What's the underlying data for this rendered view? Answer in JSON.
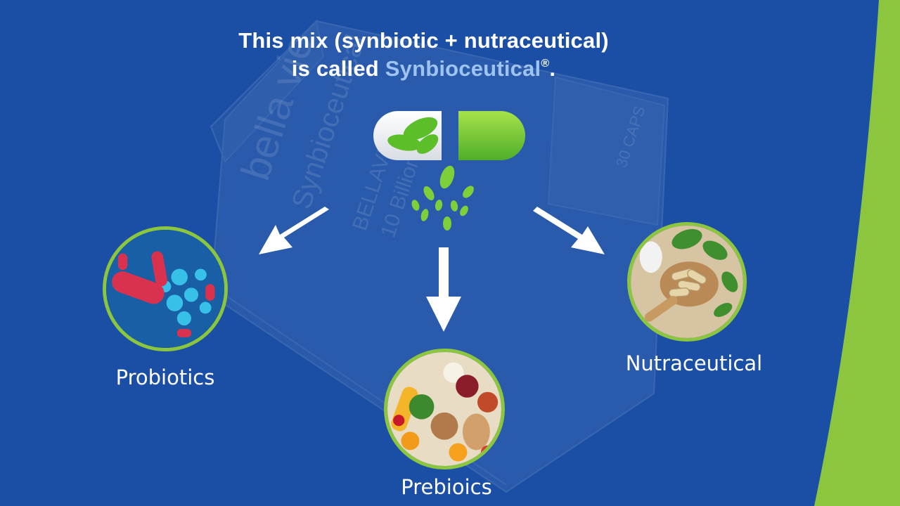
{
  "title": {
    "line1": "This mix (synbiotic + nutraceutical)",
    "line2_prefix": "is called ",
    "brand": "Synbioceutical",
    "registered": "®",
    "line2_suffix": "."
  },
  "items": [
    {
      "label": "Probiotics"
    },
    {
      "label": "Prebioics"
    },
    {
      "label": "Nutraceutical"
    }
  ],
  "box_text": {
    "brand": "bella vie",
    "product": "Synbioceutical",
    "line1": "BELLAVIE",
    "line2": "10 Billion",
    "caps": "30 CAPS"
  },
  "colors": {
    "background": "#1b4fa5",
    "accent_green": "#8cc63f",
    "brand_text": "#9ec3ee"
  },
  "icons": [
    "capsule-icon",
    "leaf-icon",
    "arrow-icon"
  ]
}
